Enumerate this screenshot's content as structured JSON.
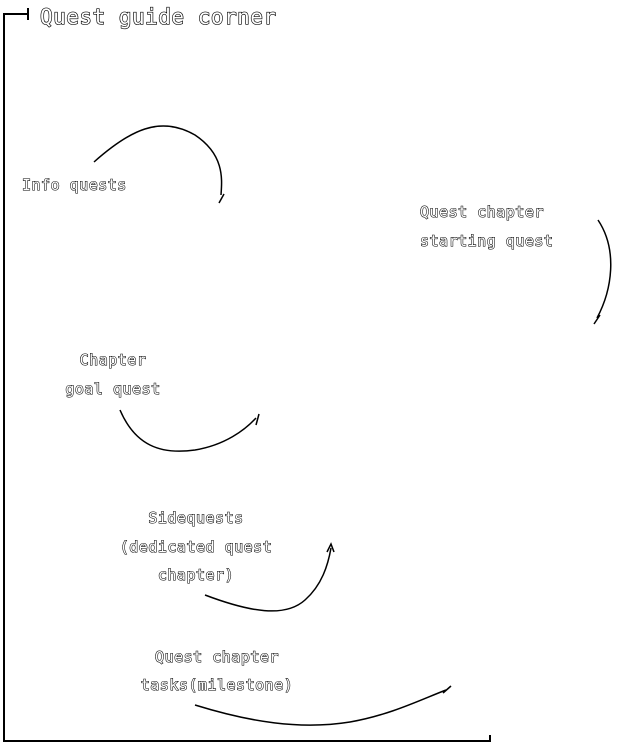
{
  "title": "Quest guide corner",
  "labels": {
    "info": [
      "Info quests"
    ],
    "start": [
      "Quest chapter",
      "starting quest"
    ],
    "goal": [
      "Chapter",
      "goal quest"
    ],
    "side": [
      "Sidequests",
      "(dedicated quest",
      "chapter)"
    ],
    "tasks": [
      "Quest chapter",
      "tasks(milestone)"
    ]
  }
}
